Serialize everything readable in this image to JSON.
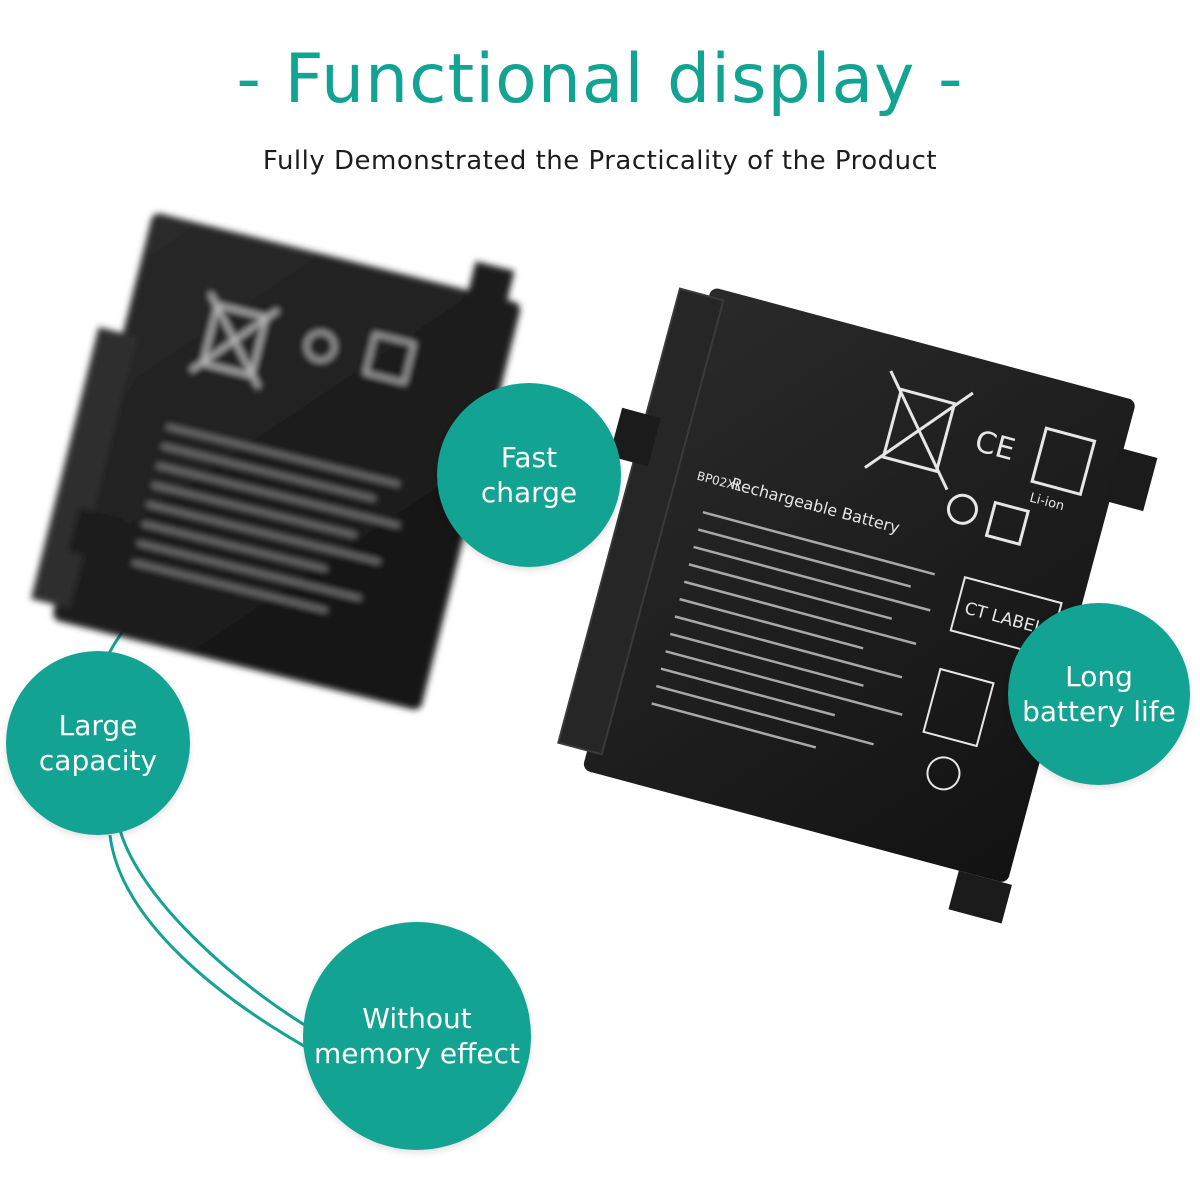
{
  "header": {
    "title": "- Functional display -",
    "subtitle": "Fully Demonstrated the Practicality of the Product"
  },
  "features": {
    "fast_charge": "Fast\ncharge",
    "large_capacity": "Large\ncapacity",
    "long_battery_life": "Long\nbattery life",
    "without_memory_effect": "Without\nmemory effect"
  },
  "battery_label": {
    "ct_label": "CT LABEL",
    "rechargeable": "Rechargeable Battery",
    "model": "BP02XL",
    "li_ion": "Li-ion"
  },
  "colors": {
    "accent": "#12a393",
    "battery_body": "#1b1b1b",
    "text": "#1c1c1c"
  }
}
